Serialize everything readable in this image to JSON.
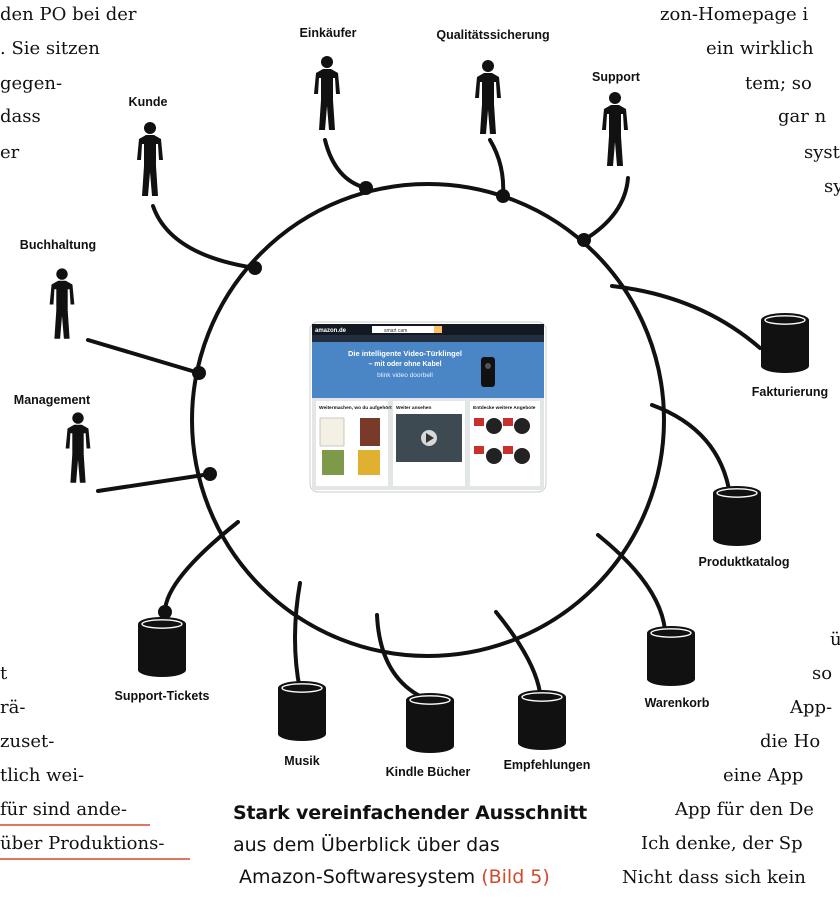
{
  "left_text": [
    "den PO bei der",
    ". Sie sitzen",
    "gegen-",
    "dass",
    "er"
  ],
  "right_text": [
    "zon-Homepage i",
    "ein  wirklich",
    "tem;  so",
    "gar  n",
    "syst",
    "sy"
  ],
  "left_bottom_text": [
    "t",
    "rä-",
    "zuset-",
    "tlich wei-",
    "für sind ande-",
    "über Produktions-"
  ],
  "right_bottom_text": [
    "ü",
    "so",
    "App-",
    "die  Ho",
    "eine  App",
    "App für den De",
    "Ich denke, der Sp",
    "Nicht dass sich kein"
  ],
  "actors": {
    "einkaeufer": "Einkäufer",
    "qualitaet": "Qualitätssicherung",
    "support": "Support",
    "kunde": "Kunde",
    "buchhaltung": "Buchhaltung",
    "management": "Management"
  },
  "systems": {
    "fakturierung": "Fakturierung",
    "produktkatalog": "Produktkatalog",
    "warenkorb": "Warenkorb",
    "empfehlungen": "Empfehlungen",
    "kindle": "Kindle Bücher",
    "musik": "Musik",
    "support_tickets": "Support-Tickets"
  },
  "screenshot": {
    "logo": "amazon.de",
    "search": "smart cam",
    "banner_line1": "Die intelligente Video-Türklingel",
    "banner_line2": "– mit oder ohne Kabel",
    "banner_brand": "blink video doorbell",
    "card1_title": "Weitermachen, wo du aufgehört hast",
    "card2_title": "Weiter ansehen",
    "card3_title": "Entdecke weitere Angebote"
  },
  "caption": {
    "bold": "Stark vereinfachender Ausschnitt",
    "line2": "aus dem Überblick über das",
    "line3": "Amazon-Softwaresystem",
    "ref": "(Bild 5)"
  }
}
